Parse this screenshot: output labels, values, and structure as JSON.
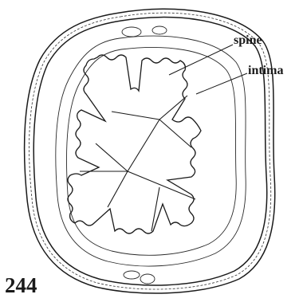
{
  "figure": {
    "number": "244",
    "labels": {
      "spine": "spine",
      "intima": "intima"
    }
  }
}
